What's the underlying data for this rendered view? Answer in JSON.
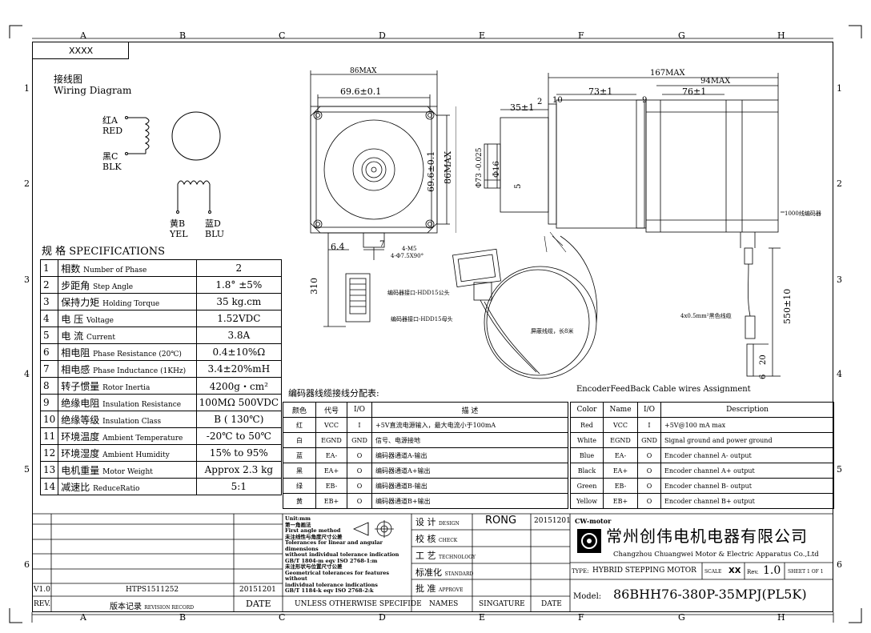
{
  "drawing_id": "XXXX",
  "grid": {
    "columns": [
      "A",
      "B",
      "C",
      "D",
      "E",
      "F",
      "G",
      "H"
    ],
    "rows": [
      "1",
      "2",
      "3",
      "4",
      "5",
      "6"
    ]
  },
  "wiring": {
    "title_cn": "接线图",
    "title_en": "Wiring Diagram",
    "red_cn": "红A",
    "red_en": "RED",
    "black_cn": "黑C",
    "black_en": "BLK",
    "yellow_cn": "黄B",
    "yellow_en": "YEL",
    "blue_cn": "蓝D",
    "blue_en": "BLU"
  },
  "specs": {
    "title": "规 格 SPECIFICATIONS",
    "rows": [
      {
        "no": "1",
        "cn": "相数",
        "en": "Number of Phase",
        "value": "2"
      },
      {
        "no": "2",
        "cn": "步距角",
        "en": "Step Angle",
        "value": "1.8° ±5%"
      },
      {
        "no": "3",
        "cn": "保持力矩",
        "en": "Holding Torque",
        "value": "35 kg.cm"
      },
      {
        "no": "4",
        "cn": "电 压",
        "en": "Voltage",
        "value": "1.52VDC"
      },
      {
        "no": "5",
        "cn": "电 流",
        "en": "Current",
        "value": "3.8A"
      },
      {
        "no": "6",
        "cn": "相电阻",
        "en": "Phase Resistance (20℃)",
        "value": "0.4±10%Ω"
      },
      {
        "no": "7",
        "cn": "相电感",
        "en": "Phase Inductance (1KHz)",
        "value": "3.4±20%mH"
      },
      {
        "no": "8",
        "cn": "转子惯量",
        "en": "Rotor Inertia",
        "value": "4200g・cm²"
      },
      {
        "no": "9",
        "cn": "绝缘电阻",
        "en": "Insulation Resistance",
        "value": "100MΩ 500VDC"
      },
      {
        "no": "10",
        "cn": "绝缘等级",
        "en": "Insulation Class",
        "value": "B ( 130℃)"
      },
      {
        "no": "11",
        "cn": "环境温度",
        "en": "Ambient Temperature",
        "value": "-20℃ to 50℃"
      },
      {
        "no": "12",
        "cn": "环境湿度",
        "en": "Ambient Humidity",
        "value": "15% to 95%"
      },
      {
        "no": "13",
        "cn": "电机重量",
        "en": "Motor Weight",
        "value": "Approx 2.3 kg"
      },
      {
        "no": "14",
        "cn": "减速比",
        "en": "ReduceRatio",
        "value": "5:1"
      }
    ]
  },
  "front_view": {
    "dim_top": "86MAX",
    "dim_inner": "69.6±0.1",
    "dim_right_inner": "69.6±0.1",
    "dim_right": "86MAX",
    "dim_bottom": "6.4",
    "dim_bottom2": "7",
    "hole_note1": "4-M5",
    "hole_note2": "4-Φ7.5X90°",
    "cable_len": "310"
  },
  "side_view": {
    "total": "167MAX",
    "body": "94MAX",
    "shaft_len": "35±1",
    "step": "2",
    "flange": "10",
    "mid": "73±1",
    "nine": "9",
    "rear": "76±1",
    "diam_shaft": "Φ16",
    "diam_pilot": "Φ73 -0.025",
    "key": "5",
    "encoder_note": "1000线编码器",
    "wire_note": "4x0.5mm²黑色线缆",
    "cable_len": "550±10",
    "d20": "20",
    "d6": "6"
  },
  "connector": {
    "male_note": "编码器接口-HDD15公头",
    "female_note": "编码器接口-HDD15母头",
    "shield_note": "屏蔽线缆，长8米"
  },
  "enc_cn": {
    "title": "编码器线缆接线分配表:",
    "headers": [
      "颜色",
      "代号",
      "I/O",
      "描 述"
    ],
    "rows": [
      [
        "红",
        "VCC",
        "I",
        "+5V直流电源输入，最大电流小于100mA"
      ],
      [
        "白",
        "EGND",
        "GND",
        "信号、电源接地"
      ],
      [
        "蓝",
        "EA-",
        "O",
        "编码器通道A-输出"
      ],
      [
        "黑",
        "EA+",
        "O",
        "编码器通道A+输出"
      ],
      [
        "绿",
        "EB-",
        "O",
        "编码器通道B-输出"
      ],
      [
        "黄",
        "EB+",
        "O",
        "编码器通道B+输出"
      ]
    ]
  },
  "enc_en": {
    "title": "EncoderFeedBack Cable wires Assignment",
    "headers": [
      "Color",
      "Name",
      "I/O",
      "Description"
    ],
    "rows": [
      [
        "Red",
        "VCC",
        "I",
        "+5V@100 mA max"
      ],
      [
        "White",
        "EGND",
        "GND",
        "Signal ground and power ground"
      ],
      [
        "Blue",
        "EA-",
        "O",
        "Encoder channel A- output"
      ],
      [
        "Black",
        "EA+",
        "O",
        "Encoder channel A+ output"
      ],
      [
        "Green",
        "EB-",
        "O",
        "Encoder channel B- output"
      ],
      [
        "Yellow",
        "EB+",
        "O",
        "Encoder channel B+ output"
      ]
    ]
  },
  "notes": [
    "Unit:mm",
    "第一角画法",
    "First angle method",
    "未注线性与角度尺寸公差",
    "Tolerances for linear and angular dimensions",
    "without individual tolerance indication",
    "GB/T 1804-m eqv ISO 2768-1:m",
    "未注形状与位置尺寸公差",
    "Geometrical tolerances for features without",
    "individual tolerance indications",
    "GB/T 1184-k eqv ISO 2768-2:k"
  ],
  "title_block": {
    "design_cn": "设 计",
    "design_en": "DESIGN",
    "designer": "RONG",
    "date": "20151201",
    "check_cn": "校 核",
    "check_en": "CHECK",
    "tech_cn": "工 艺",
    "tech_en": "TECHNOLOGY",
    "std_cn": "标准化",
    "std_en": "STANDARD",
    "approve_cn": "批 准",
    "approve_en": "APPROVE",
    "brand": "CW-motor",
    "company_cn": "常州创伟电机电器有限公司",
    "company_en": "Changzhou Chuangwei Motor & Electric Apparatus Co.,Ltd",
    "type_label": "TYPE:",
    "type_value": "HYBRID STEPPING MOTOR",
    "scale_label": "SCALE",
    "scale_value": "XX",
    "rev_label": "Rev.",
    "rev_value": "1.0",
    "sheet": "SHEET 1 OF 1",
    "model_label": "Model:",
    "model_value": "86BHH76-380P-35MPJ(PL5K)"
  },
  "revision": {
    "v": "V1.0",
    "code": "HTPS1511252",
    "date": "20151201",
    "rev_label": "REV.",
    "record_cn": "版本记录",
    "record_en": "REVISION RECORD",
    "date_label": "DATE",
    "unless": "UNLESS OTHERWISE SPECIFIDE",
    "names": "NAMES",
    "signature": "SINGATURE",
    "date2": "DATE"
  }
}
